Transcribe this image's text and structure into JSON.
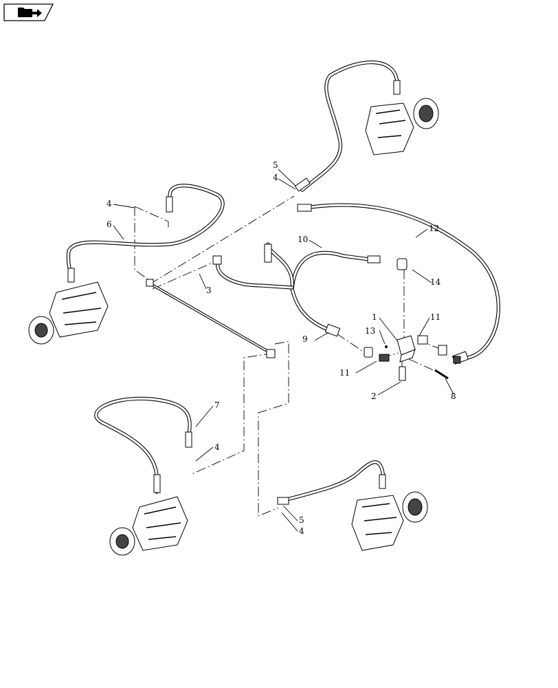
{
  "toolbar": {
    "nav_icon": "folder-arrow-icon"
  },
  "callouts": {
    "c1": "1",
    "c2": "2",
    "c3": "3",
    "c4a": "4",
    "c4b": "4",
    "c4c": "4",
    "c4d": "4",
    "c5a": "5",
    "c5b": "5",
    "c6": "6",
    "c7": "7",
    "c8": "8",
    "c9": "9",
    "c10": "10",
    "c11a": "11",
    "c11b": "11",
    "c12": "12",
    "c13": "13",
    "c14": "14"
  }
}
